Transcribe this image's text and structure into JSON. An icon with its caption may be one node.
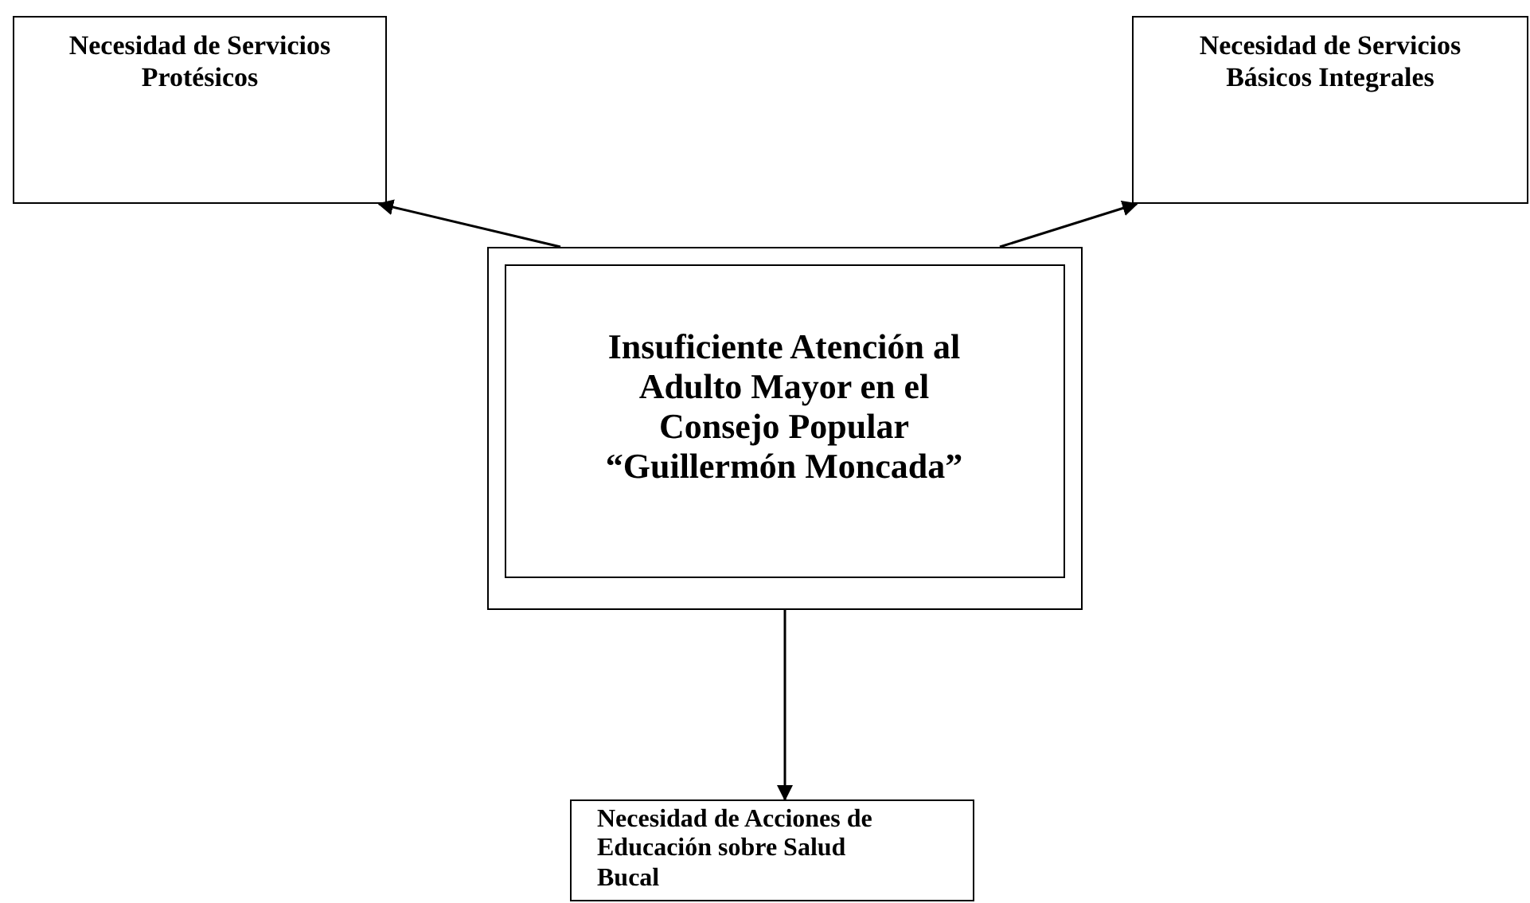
{
  "diagram": {
    "nodes": [
      {
        "text": [
          "Necesidad de Servicios Protésicos"
        ]
      },
      {
        "text": [
          "Necesidad de Servicios Básicos Integrales"
        ]
      },
      {
        "text": [],
        "shape": "box"
      },
      {
        "text": [
          "Insuficiente Atención al Adulto Mayor en el Consejo Popular “Guillermón Moncada”"
        ],
        "in": 2
      },
      {
        "text": [
          "Necesidad de Acciones de Educación sobre Salud Bucal"
        ]
      }
    ],
    "edges": [
      {
        "from": 2,
        "to": 0,
        "arrow": "to"
      },
      {
        "from": 2,
        "to": 1,
        "arrow": "to"
      },
      {
        "from": 2,
        "to": 4,
        "arrow": "to"
      }
    ]
  }
}
